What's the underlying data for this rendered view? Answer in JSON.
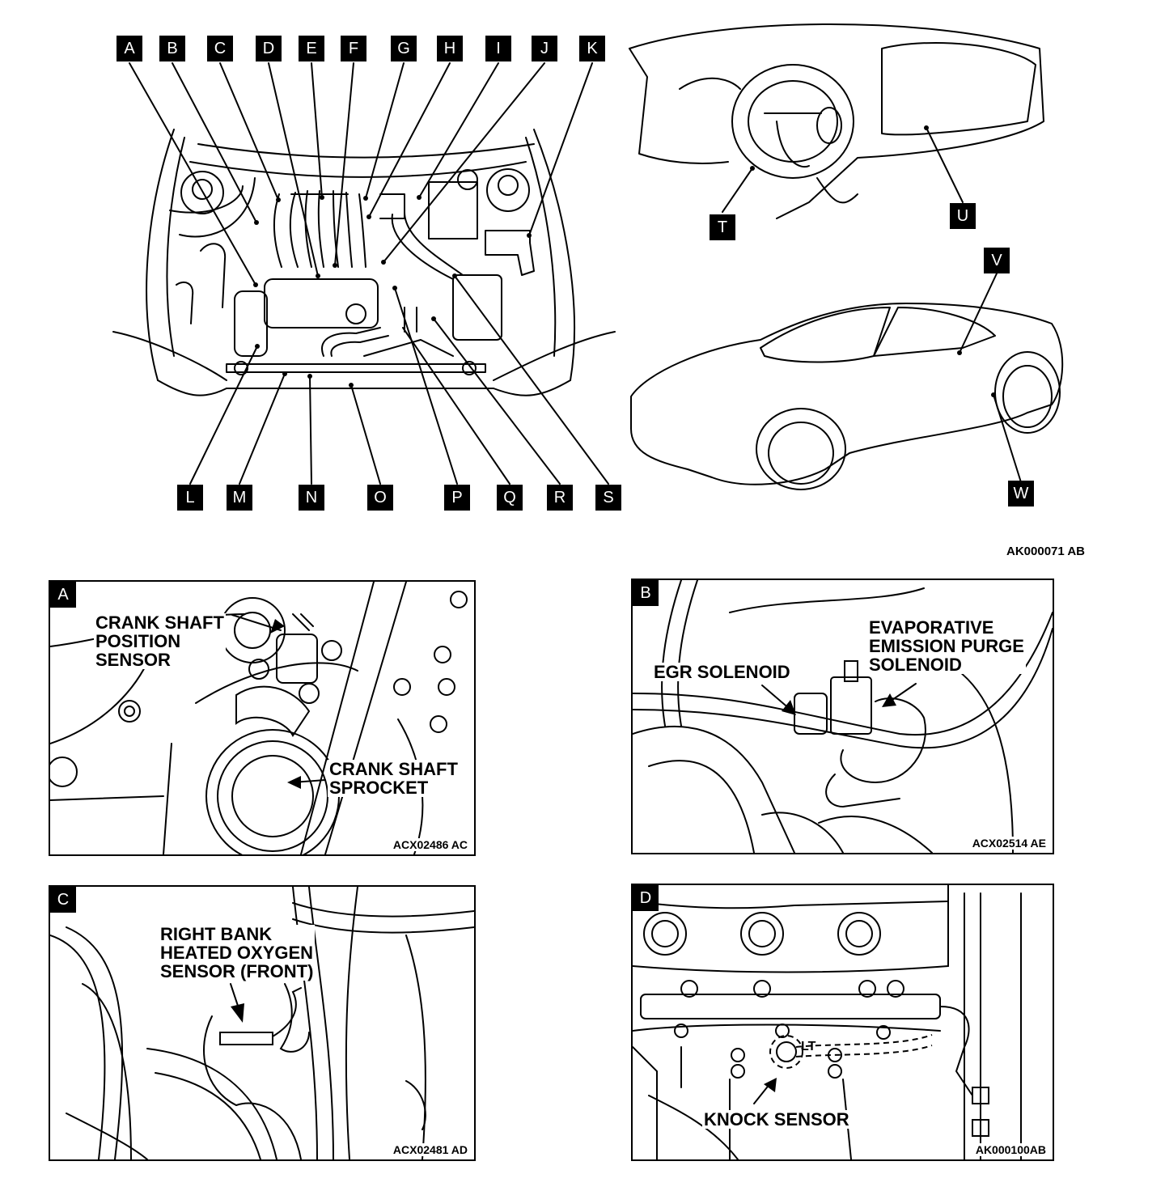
{
  "overview": {
    "engine_callouts": [
      "A",
      "B",
      "C",
      "D",
      "E",
      "F",
      "G",
      "H",
      "I",
      "J",
      "K",
      "L",
      "M",
      "N",
      "O",
      "P",
      "Q",
      "R",
      "S"
    ],
    "interior_callouts": [
      "T",
      "U"
    ],
    "exterior_callouts": [
      "V",
      "W"
    ],
    "figure_code": "AK000071 AB"
  },
  "panels": {
    "a": {
      "tag": "A",
      "labels": [
        "CRANK SHAFT",
        "POSITION",
        "SENSOR"
      ],
      "labels2": [
        "CRANK SHAFT",
        "SPROCKET"
      ],
      "code": "ACX02486 AC"
    },
    "b": {
      "tag": "B",
      "labels": [
        "EVAPORATIVE",
        "EMISSION PURGE",
        "SOLENOID"
      ],
      "labels2": [
        "EGR SOLENOID"
      ],
      "code": "ACX02514 AE"
    },
    "c": {
      "tag": "C",
      "labels": [
        "RIGHT BANK",
        "HEATED OXYGEN",
        "SENSOR (FRONT)"
      ],
      "code": "ACX02481 AD"
    },
    "d": {
      "tag": "D",
      "labels": [
        "KNOCK SENSOR"
      ],
      "inline": "LT",
      "code": "AK000100AB"
    }
  }
}
